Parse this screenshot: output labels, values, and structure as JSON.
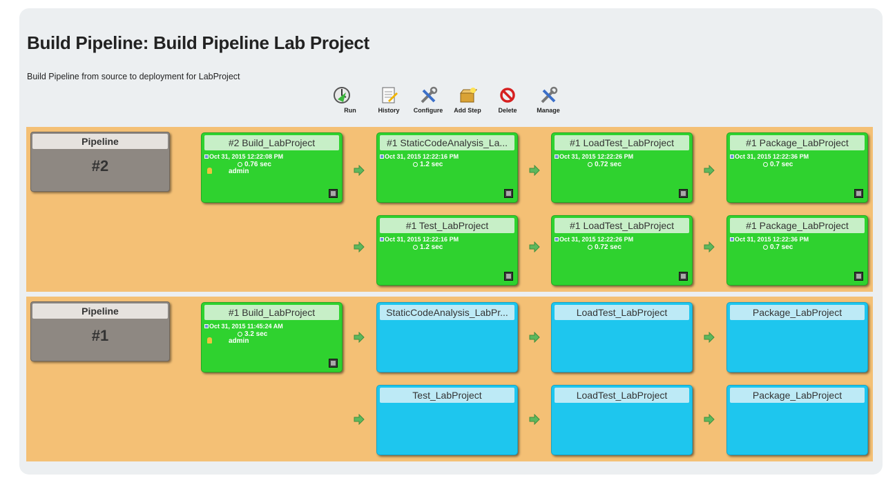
{
  "header": {
    "title": "Build Pipeline: Build Pipeline Lab Project",
    "description": "Build Pipeline from source to deployment for LabProject"
  },
  "toolbar": {
    "run": "Run",
    "history": "History",
    "configure": "Configure",
    "add_step": "Add Step",
    "delete": "Delete",
    "manage": "Manage"
  },
  "pipelines": [
    {
      "label": "Pipeline",
      "number": "#2",
      "build": {
        "name": "#2 Build_LabProject",
        "date": "Oct 31, 2015 12:22:08 PM",
        "duration": "0.76 sec",
        "user": "admin"
      },
      "branches": [
        [
          {
            "name": "#1 StaticCodeAnalysis_La...",
            "date": "Oct 31, 2015 12:22:16 PM",
            "duration": "1.2 sec"
          },
          {
            "name": "#1 LoadTest_LabProject",
            "date": "Oct 31, 2015 12:22:26 PM",
            "duration": "0.72 sec"
          },
          {
            "name": "#1 Package_LabProject",
            "date": "Oct 31, 2015 12:22:36 PM",
            "duration": "0.7 sec"
          }
        ],
        [
          {
            "name": "#1 Test_LabProject",
            "date": "Oct 31, 2015 12:22:16 PM",
            "duration": "1.2 sec"
          },
          {
            "name": "#1 LoadTest_LabProject",
            "date": "Oct 31, 2015 12:22:26 PM",
            "duration": "0.72 sec"
          },
          {
            "name": "#1 Package_LabProject",
            "date": "Oct 31, 2015 12:22:36 PM",
            "duration": "0.7 sec"
          }
        ]
      ]
    },
    {
      "label": "Pipeline",
      "number": "#1",
      "build": {
        "name": "#1 Build_LabProject",
        "date": "Oct 31, 2015 11:45:24 AM",
        "duration": "3.2 sec",
        "user": "admin"
      },
      "branches": [
        [
          {
            "name": "StaticCodeAnalysis_LabPr..."
          },
          {
            "name": "LoadTest_LabProject"
          },
          {
            "name": "Package_LabProject"
          }
        ],
        [
          {
            "name": "Test_LabProject"
          },
          {
            "name": "LoadTest_LabProject"
          },
          {
            "name": "Package_LabProject"
          }
        ]
      ]
    }
  ],
  "colors": {
    "success": "#2fd22f",
    "pending": "#1ec6ee",
    "row_background": "#f4c075"
  }
}
